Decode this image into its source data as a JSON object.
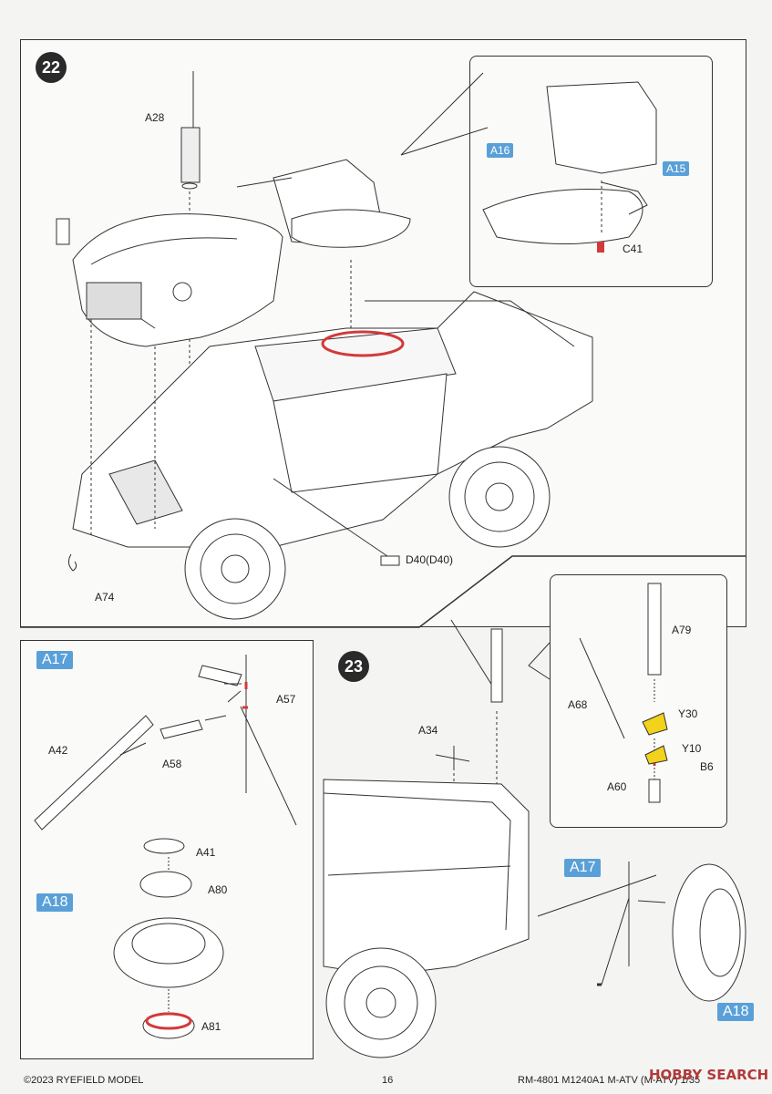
{
  "steps": {
    "step22": {
      "number": "22",
      "parts": {
        "a28": "A28",
        "a74": "A74",
        "d40": "D40(D40)",
        "c41": "C41",
        "a16": "A16",
        "a15": "A15"
      }
    },
    "side": {
      "a17_tag": "A17",
      "a18_tag": "A18",
      "parts": {
        "a42": "A42",
        "a58": "A58",
        "a57": "A57",
        "a41": "A41",
        "a80": "A80",
        "a81": "A81"
      }
    },
    "step23": {
      "number": "23",
      "parts": {
        "a34": "A34",
        "a79": "A79",
        "a68": "A68",
        "y30": "Y30",
        "y10": "Y10",
        "b6": "B6",
        "a60": "A60",
        "a17": "A17",
        "a18": "A18"
      }
    }
  },
  "footer": {
    "copyright": "©2023 RYEFIELD MODEL",
    "page": "16",
    "product": "RM-4801 M1240A1 M-ATV (M-ATV) 1/35"
  },
  "watermark": "HOBBY SEARCH",
  "colors": {
    "accent_tag": "#5aa0d8",
    "highlight_red": "#d23a3a",
    "highlight_yellow": "#f2d21b"
  }
}
